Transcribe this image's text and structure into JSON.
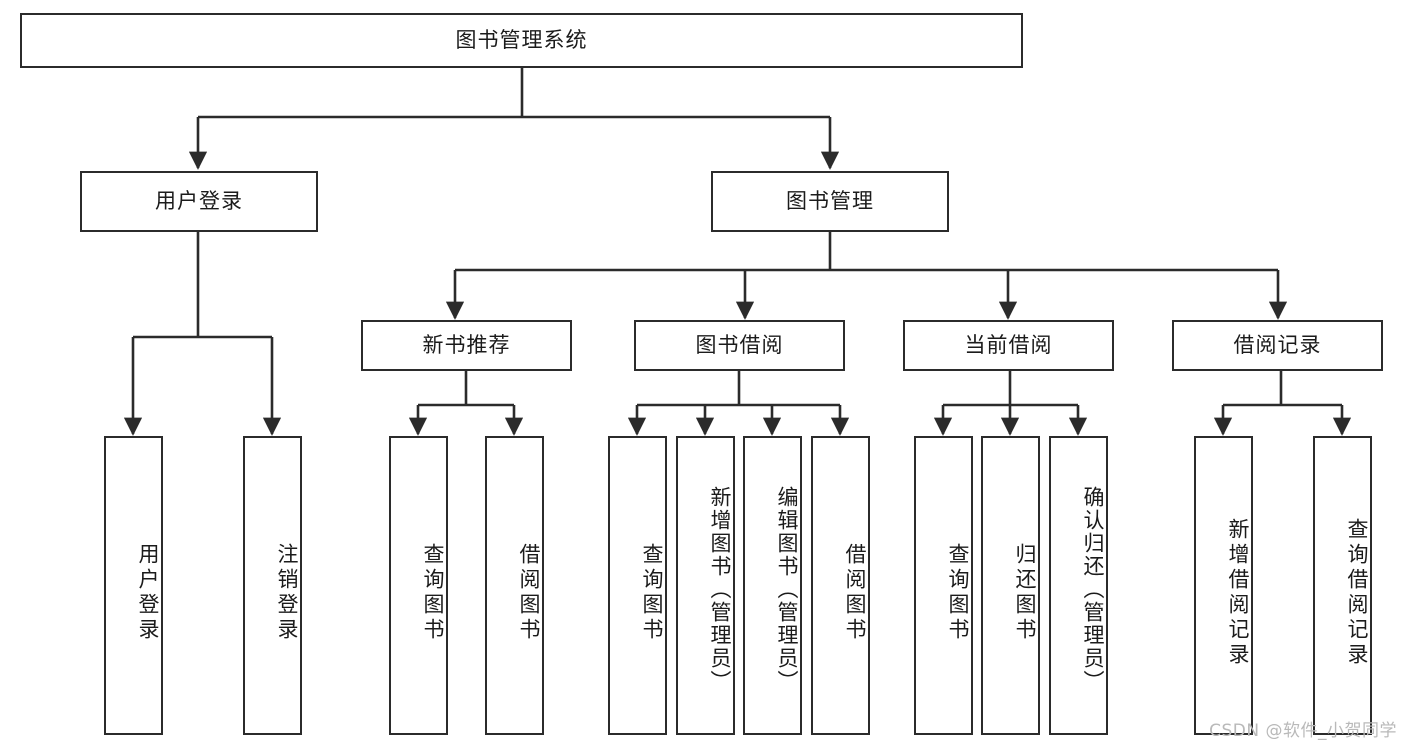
{
  "diagram": {
    "title": "图书管理系统",
    "watermark": "CSDN @软件_小贺同学",
    "root": {
      "label": "图书管理系统"
    },
    "level2": [
      {
        "label": "用户登录"
      },
      {
        "label": "图书管理"
      }
    ],
    "level3": [
      {
        "label": "新书推荐"
      },
      {
        "label": "图书借阅"
      },
      {
        "label": "当前借阅"
      },
      {
        "label": "借阅记录"
      }
    ],
    "leaves": {
      "user_login": [
        {
          "label": "用户登录"
        },
        {
          "label": "注销登录"
        }
      ],
      "new_book_recommend": [
        {
          "label": "查询图书"
        },
        {
          "label": "借阅图书"
        }
      ],
      "book_borrow": [
        {
          "label": "查询图书"
        },
        {
          "label": "新增图书（管理员）"
        },
        {
          "label": "编辑图书（管理员）"
        },
        {
          "label": "借阅图书"
        }
      ],
      "current_borrow": [
        {
          "label": "查询图书"
        },
        {
          "label": "归还图书"
        },
        {
          "label": "确认归还（管理员）"
        }
      ],
      "borrow_record": [
        {
          "label": "新增借阅记录"
        },
        {
          "label": "查询借阅记录"
        }
      ]
    },
    "colors": {
      "line": "#2b2b2b",
      "box_fill": "#ffffff",
      "text": "#1b1b1b",
      "watermark": "#b9b9b9"
    }
  }
}
